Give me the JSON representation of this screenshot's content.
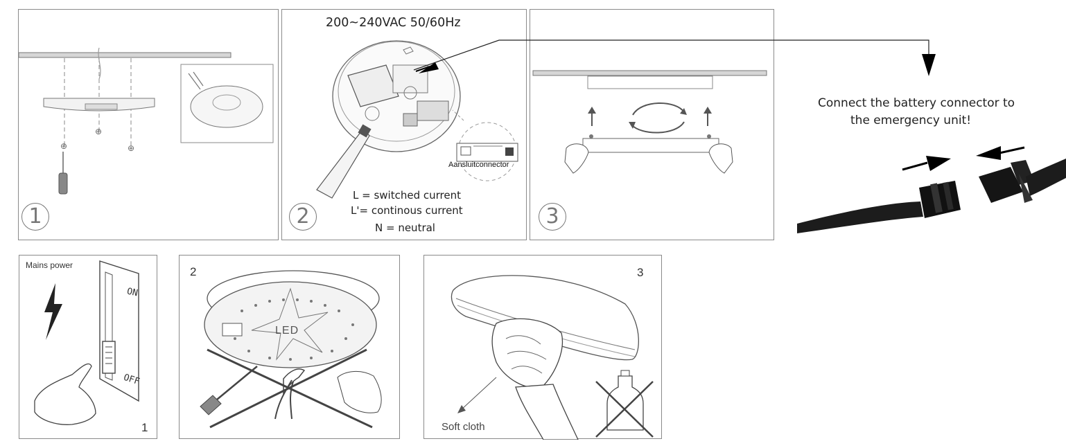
{
  "install": {
    "panel1": {
      "step": "1"
    },
    "panel2": {
      "step": "2",
      "voltage": "200~240VAC 50/60Hz",
      "connector_label": "Aansluitconnector",
      "legend": [
        "L = switched current",
        "L'= continous current",
        "N = neutral"
      ]
    },
    "panel3": {
      "step": "3"
    }
  },
  "battery_note": {
    "line1": "Connect the battery connector to",
    "line2": "the emergency unit!"
  },
  "maintenance": {
    "panel1": {
      "step": "1",
      "caption": "Mains power",
      "switch_on": "ON",
      "switch_off": "OFF"
    },
    "panel2": {
      "step": "2",
      "led_text": "LED"
    },
    "panel3": {
      "step": "3",
      "caption": "Soft cloth"
    }
  }
}
